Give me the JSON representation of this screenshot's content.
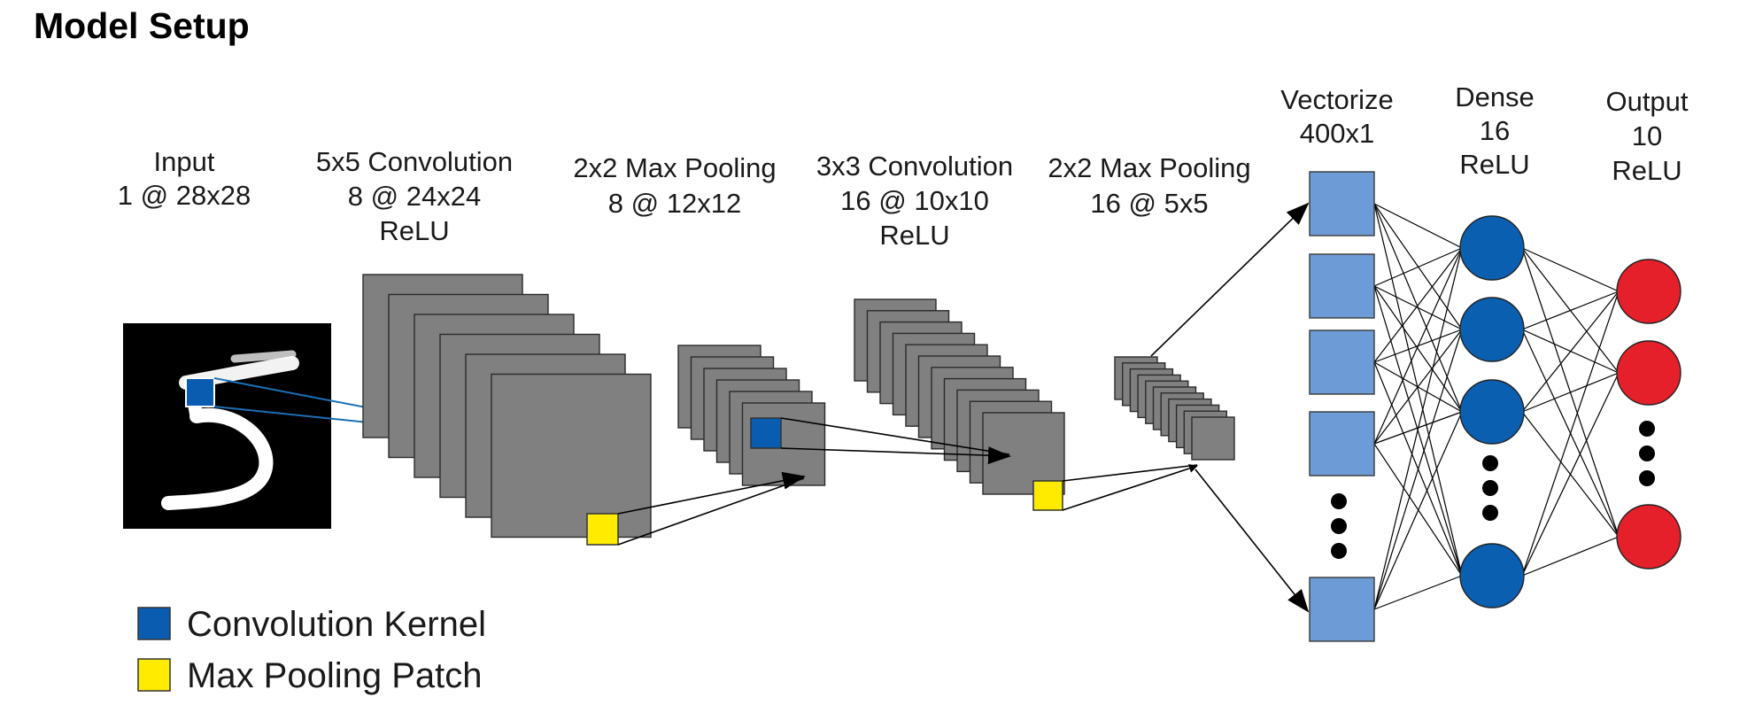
{
  "title": "Model Setup",
  "layers": [
    {
      "id": "input",
      "lines": [
        "Input",
        "1 @ 28x28"
      ]
    },
    {
      "id": "conv1",
      "lines": [
        "5x5 Convolution",
        "8 @ 24x24",
        "ReLU"
      ]
    },
    {
      "id": "pool1",
      "lines": [
        "2x2 Max Pooling",
        "8 @ 12x12"
      ]
    },
    {
      "id": "conv2",
      "lines": [
        "3x3 Convolution",
        "16 @ 10x10",
        "ReLU"
      ]
    },
    {
      "id": "pool2",
      "lines": [
        "2x2 Max Pooling",
        "16 @ 5x5"
      ]
    },
    {
      "id": "vectorize",
      "lines": [
        "Vectorize",
        "400x1"
      ]
    },
    {
      "id": "dense",
      "lines": [
        "Dense",
        "16",
        "ReLU"
      ]
    },
    {
      "id": "output",
      "lines": [
        "Output",
        "10",
        "ReLU"
      ]
    }
  ],
  "legend": [
    {
      "label": "Convolution Kernel",
      "color": "#0a5cb0",
      "icon": "convolution-kernel-swatch"
    },
    {
      "label": "Max Pooling Patch",
      "color": "#ffeb00",
      "icon": "max-pooling-patch-swatch"
    }
  ],
  "colors": {
    "feature_map": "#808080",
    "feature_map_stroke": "#2b2b2b",
    "kernel": "#0a5cb0",
    "kernel_arrow": "#1a6fb5",
    "patch": "#ffeb00",
    "vector_unit": "#6d9bd6",
    "dense_node": "#0b5fb0",
    "output_node": "#e6202a",
    "input_background": "#000000",
    "digit_stroke": "#ffffff"
  }
}
